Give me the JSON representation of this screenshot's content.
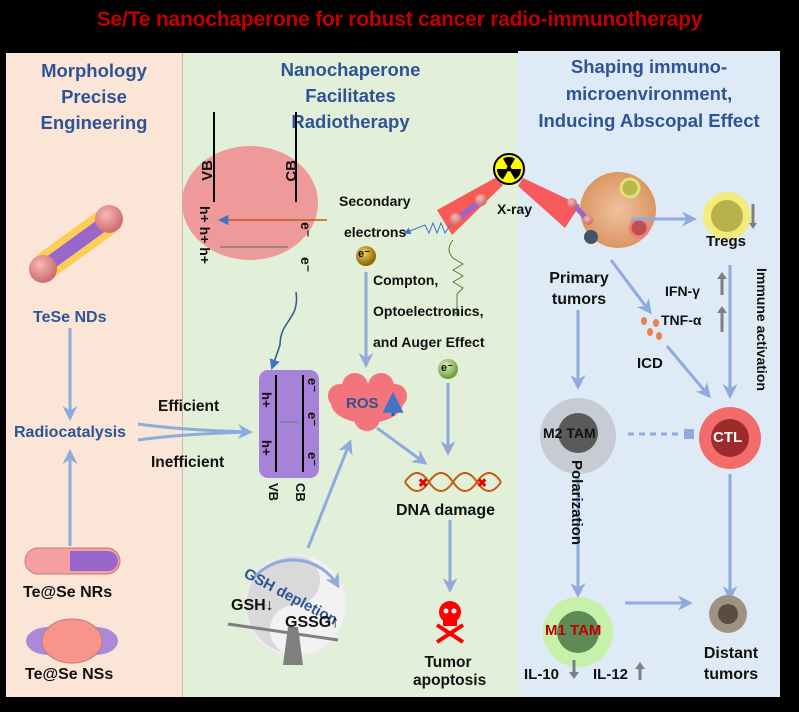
{
  "title": "Se/Te nanochaperone for robust cancer radio-immunotherapy",
  "colors": {
    "title": "#c00000",
    "panel_left": "#fbe5d6",
    "panel_mid": "#e2efd9",
    "panel_right": "#deebf7",
    "heading": "#2f5496",
    "arrow": "#8faadc"
  },
  "panels": {
    "left": {
      "heading": [
        "Morphology",
        "Precise",
        "Engineering"
      ],
      "items": {
        "tese_nds": "TeSe NDs",
        "radiocatalysis": "Radiocatalysis",
        "te_se_nrs": "Te@Se NRs",
        "te_se_nss": "Te@Se NSs"
      }
    },
    "middle": {
      "heading": [
        "Nanochaperone",
        "Facilitates",
        "Radiotherapy"
      ],
      "band_diagram_top": {
        "vb": "VB",
        "cb": "CB",
        "holes": "h+ h+ h+",
        "electrons": [
          "e⁻",
          "e⁻"
        ]
      },
      "band_diagram_bottom": {
        "vb": "VB",
        "cb": "CB",
        "holes": [
          "h+",
          "h+"
        ],
        "electrons": [
          "e⁻",
          "e⁻",
          "e⁻"
        ]
      },
      "efficient": "Efficient",
      "inefficient": "Inefficient",
      "secondary_electrons": [
        "Secondary",
        "electrons"
      ],
      "electron_symbol": "e⁻",
      "effects": [
        "Compton,",
        "Optoelectronics,",
        "and Auger Effect"
      ],
      "ros": "ROS",
      "dna_damage": "DNA damage",
      "gsh_depletion": "GSH depletion",
      "gsh": "GSH↓",
      "gssg": "GSSG↑",
      "tumor_apoptosis": [
        "Tumor",
        "apoptosis"
      ],
      "xray": "X-ray"
    },
    "right": {
      "heading": [
        "Shaping immuno-",
        "microenvironment,",
        "Inducing Abscopal Effect"
      ],
      "primary_tumors": [
        "Primary",
        "tumors"
      ],
      "tregs": "Tregs",
      "ifn": "IFN-γ",
      "tnf": "TNF-α",
      "icd": "ICD",
      "immune_activation": [
        "Immune",
        "activation"
      ],
      "m2_tam": "M2 TAM",
      "ctl": "CTL",
      "polarization": "Polarization",
      "m1_tam": "M1 TAM",
      "il10": "IL-10",
      "il12": "IL-12",
      "distant_tumors": [
        "Distant",
        "tumors"
      ]
    }
  }
}
